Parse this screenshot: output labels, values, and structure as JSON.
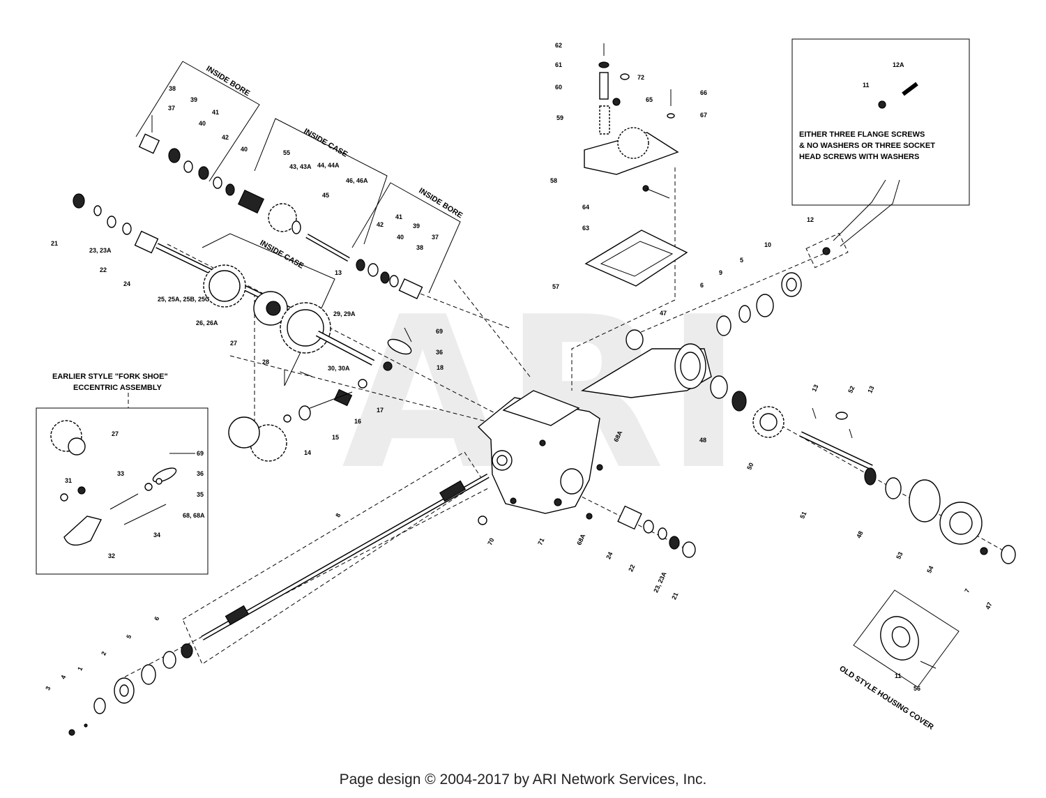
{
  "watermark": "ARI",
  "callouts": {
    "inside_bore_1": "INSIDE BORE",
    "inside_case_1": "INSIDE CASE",
    "inside_bore_2": "INSIDE BORE",
    "inside_case_2": "INSIDE CASE",
    "fork_shoe_title_1": "EARLIER STYLE \"FORK SHOE\"",
    "fork_shoe_title_2": "ECCENTRIC ASSEMBLY",
    "screw_note_1": "EITHER THREE FLANGE SCREWS",
    "screw_note_2": "& NO WASHERS OR THREE SOCKET",
    "screw_note_3": "HEAD SCREWS WITH WASHERS",
    "old_cover": "OLD STYLE HOUSING COVER"
  },
  "part_labels": {
    "p38a": "38",
    "p37a": "37",
    "p39a": "39",
    "p40a": "40",
    "p41a": "41",
    "p42a": "42",
    "p40b": "40",
    "p55": "55",
    "p43": "43, 43A",
    "p44": "44, 44A",
    "p45": "45",
    "p46": "46, 46A",
    "p42b": "42",
    "p41b": "41",
    "p40c": "40",
    "p39b": "39",
    "p38b": "38",
    "p37b": "37",
    "p21a": "21",
    "p23a": "23, 23A",
    "p22a": "22",
    "p24a": "24",
    "p25": "25, 25A, 25B, 25C",
    "p26": "26, 26A",
    "p27a": "27",
    "p28": "28",
    "p29": "29, 29A",
    "p30": "30, 30A",
    "p13a": "13",
    "p69a": "69",
    "p36a": "36",
    "p18": "18",
    "p17": "17",
    "p16": "16",
    "p15": "15",
    "p14": "14",
    "p27b": "27",
    "p69b": "69",
    "p36b": "36",
    "p33": "33",
    "p35": "35",
    "p31": "31",
    "p34": "34",
    "p68": "68, 68A",
    "p32": "32",
    "p62": "62",
    "p61": "61",
    "p72": "72",
    "p60": "60",
    "p65": "65",
    "p59": "59",
    "p66": "66",
    "p67": "67",
    "p58": "58",
    "p64": "64",
    "p63": "63",
    "p57": "57",
    "p12a": "12A",
    "p11a": "11",
    "p12": "12",
    "p10": "10",
    "p5a": "5",
    "p9": "9",
    "p6a": "6",
    "p47a": "47",
    "p48a": "48",
    "p50": "50",
    "p13b": "13",
    "p52": "52",
    "p13c": "13",
    "p51": "51",
    "p48b": "48",
    "p53": "53",
    "p54": "54",
    "p7": "7",
    "p47b": "47",
    "p68a1": "68A",
    "p68a2": "68A",
    "p70": "70",
    "p71": "71",
    "p24b": "24",
    "p22b": "22",
    "p23b": "23, 23A",
    "p21b": "21",
    "p8": "8",
    "p3": "3",
    "p4": "4",
    "p1": "1",
    "p2": "2",
    "p5b": "5",
    "p6b": "6",
    "p11b": "11",
    "p56": "56"
  },
  "footer": "Page design © 2004-2017 by ARI Network Services, Inc."
}
